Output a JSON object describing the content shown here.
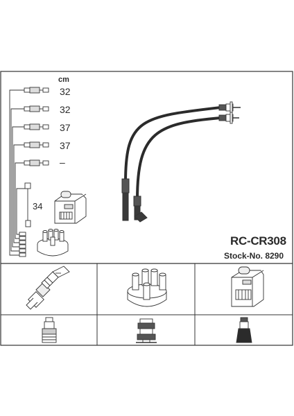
{
  "header": {
    "unit_label": "cm"
  },
  "cable_lengths": [
    {
      "label": "32"
    },
    {
      "label": "32"
    },
    {
      "label": "37"
    },
    {
      "label": "37"
    },
    {
      "label": "–"
    },
    {
      "label": "34"
    }
  ],
  "product": {
    "part_number": "RC-CR308",
    "stock_number": "Stock-No. 8290"
  },
  "components": {
    "top_row": [
      "spark-plug-icon",
      "distributor-cap-icon",
      "ignition-coil-icon"
    ],
    "bottom_row": [
      "plug-boot-connector-icon",
      "cap-terminal-connector-icon",
      "coil-boot-connector-icon"
    ]
  },
  "colors": {
    "line": "#333333",
    "cable": "#2b2b2b",
    "fill": "#ffffff",
    "shade": "#d9d9d9"
  }
}
